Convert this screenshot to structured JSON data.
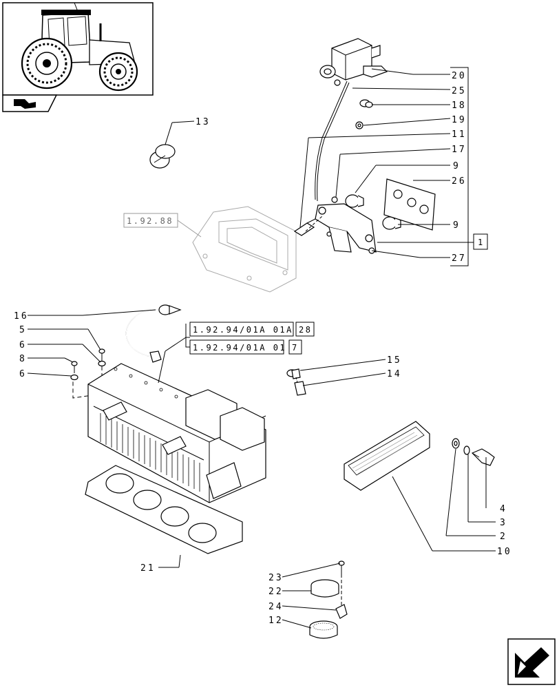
{
  "diagram": {
    "callouts": {
      "c20": "20",
      "c25": "25",
      "c18": "18",
      "c19": "19",
      "c11": "11",
      "c17": "17",
      "c9a": "9",
      "c26": "26",
      "c9b": "9",
      "c27": "27",
      "c13": "13",
      "c16": "16",
      "c5": "5",
      "c6a": "6",
      "c8": "8",
      "c6b": "6",
      "c15": "15",
      "c14": "14",
      "c4": "4",
      "c3": "3",
      "c2": "2",
      "c10": "10",
      "c21": "21",
      "c23": "23",
      "c22": "22",
      "c24": "24",
      "c12": "12"
    },
    "refs": {
      "r1": "1.92.88",
      "r2": "1.92.94/01A 01A",
      "r2n": "28",
      "r3": "1.92.94/01A 01",
      "r3n": "7",
      "group": "1"
    }
  }
}
